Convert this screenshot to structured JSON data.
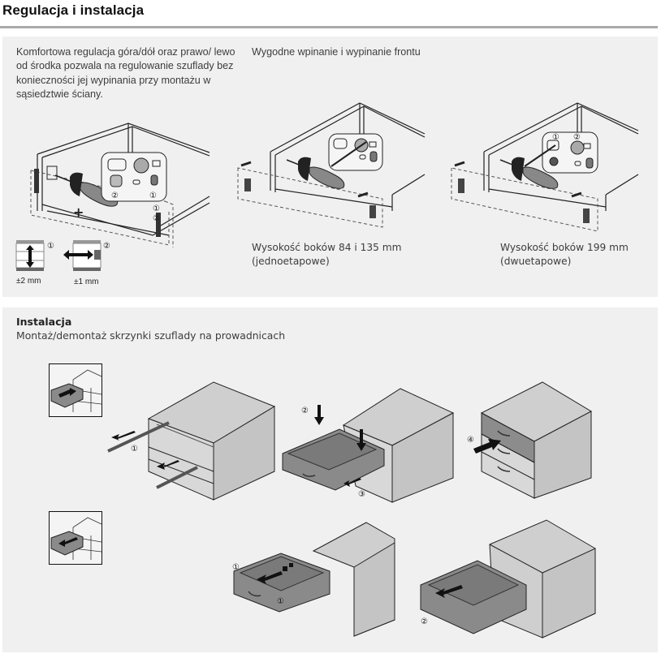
{
  "page": {
    "title": "Regulacja i instalacja"
  },
  "adjustment": {
    "intro_text": "Komfortowa regulacja góra/dół oraz prawo/ lewo od środka pozwala na regulowanie szuflady bez konieczności jej wypinania przy montażu w sąsiedztwie ściany.",
    "snap_text": "Wygodne wpinanie i wypinanie frontu",
    "height_84_135_line1": "Wysokość boków 84 i 135 mm",
    "height_84_135_line2": "(jednoetapowe)",
    "height_199_line1": "Wysokość boków 199 mm",
    "height_199_line2": "(dwuetapowe)",
    "vertical_label": "±2 mm",
    "horizontal_label": "±1 mm",
    "marker_1": "①",
    "marker_2": "②",
    "plus_sign": "+"
  },
  "installation": {
    "heading": "Instalacja",
    "subheading": "Montaż/demontaż skrzynki szuflady na prowadnicach",
    "step_1": "①",
    "step_2": "②",
    "step_3": "③",
    "step_4": "④"
  },
  "colors": {
    "panel_bg": "#f0f0f0",
    "rule": "#a9a9ab",
    "cabinet_top": "#cfcfcf",
    "cabinet_side": "#c4c4c4",
    "drawer_dark": "#8a8a8a"
  }
}
